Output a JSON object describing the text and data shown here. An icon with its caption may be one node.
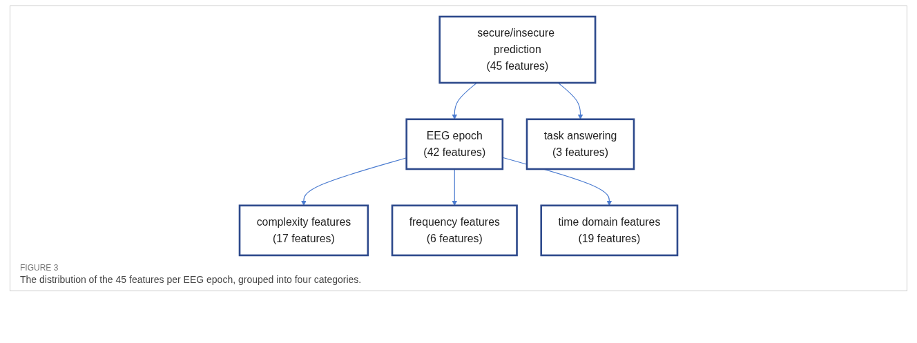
{
  "diagram": {
    "caption": "The distribution of the 45 features per EEG epoch, grouped into four categories.",
    "nodes": [
      {
        "text": [
          "secure/insecure prediction",
          "(45 features)"
        ]
      },
      {
        "text": [
          "EEG epoch",
          "(42 features)"
        ]
      },
      {
        "text": [
          "task answering",
          "(3 features)"
        ]
      },
      {
        "text": [
          "complexity features",
          "(17 features)"
        ]
      },
      {
        "text": [
          "frequency features",
          "(6 features)"
        ]
      },
      {
        "text": [
          "time domain features",
          "(19 features)"
        ]
      }
    ],
    "edges": [
      {
        "from": 0,
        "to": 1,
        "arrow": "to"
      },
      {
        "from": 0,
        "to": 2,
        "arrow": "to"
      },
      {
        "from": 1,
        "to": 3,
        "arrow": "to"
      },
      {
        "from": 1,
        "to": 4,
        "arrow": "to"
      },
      {
        "from": 1,
        "to": 5,
        "arrow": "to"
      }
    ],
    "labels": [
      "FIGURE 3"
    ]
  }
}
